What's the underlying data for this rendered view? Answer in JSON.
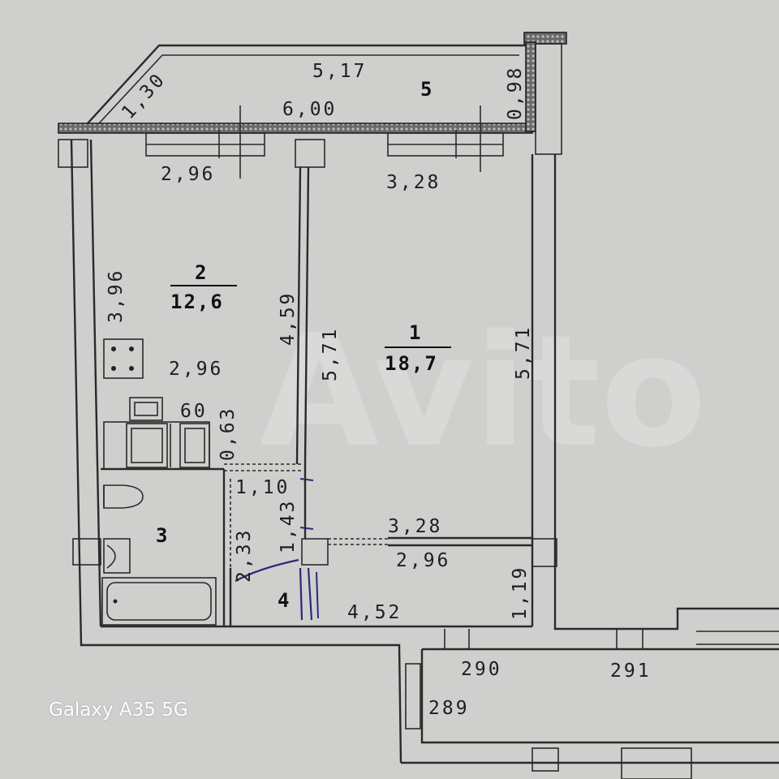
{
  "rooms": [
    {
      "id": "1",
      "area": "18,7"
    },
    {
      "id": "2",
      "area": "12,6"
    },
    {
      "id": "3"
    },
    {
      "id": "4"
    },
    {
      "id": "5"
    }
  ],
  "dimensions": {
    "balcony_diag": "1,30",
    "balcony_len": "5,17",
    "balcony_width": "0,98",
    "overall_width": "6,00",
    "kitchen_window": "2,96",
    "room_window": "3,28",
    "kitchen_left": "3,96",
    "kitchen_right": "4,59",
    "partition_left": "5,71",
    "room_right": "5,71",
    "kitchen_inner": "2,96",
    "kitchen_unit": "60",
    "kitchen_unit_depth": "0,63",
    "bath_top": "1,10",
    "bath_side": "1,43",
    "bath_height": "2,33",
    "room_bottom": "3,28",
    "hall_top": "2,96",
    "hall_right": "1,19",
    "hall_bottom": "4,52"
  },
  "neighbors": {
    "n290": "290",
    "n291": "291",
    "n289": "289"
  },
  "watermark": "Avito",
  "camera": "Galaxy A35 5G"
}
